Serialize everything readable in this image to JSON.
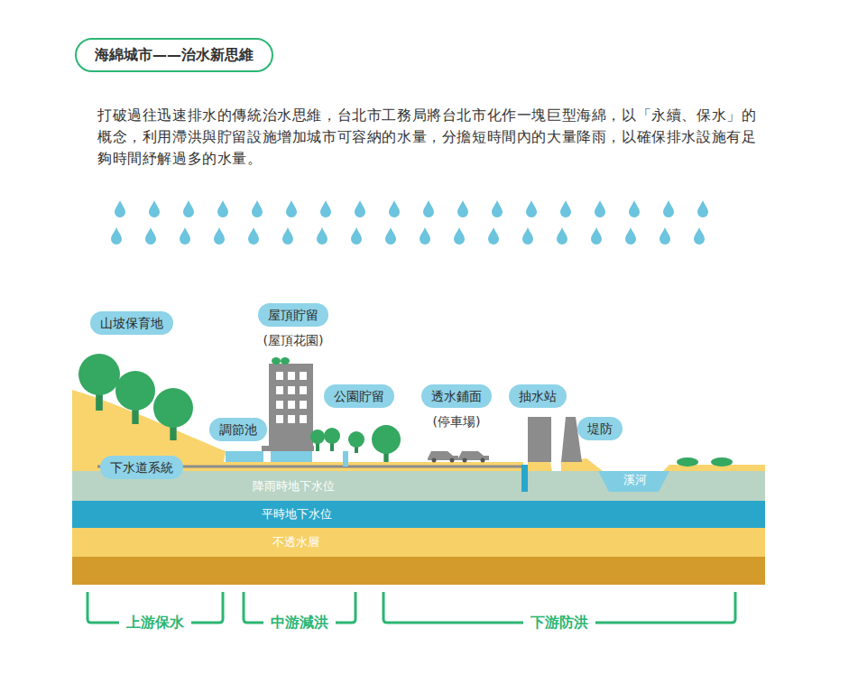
{
  "diagram": {
    "title": "海綿城市——治水新思維",
    "nodes": [
      {
        "text": [
          "山坡保育地"
        ]
      },
      {
        "text": [
          "屋頂貯留",
          "(屋頂花園)"
        ]
      },
      {
        "text": [
          "公園貯留"
        ]
      },
      {
        "text": [
          "透水鋪面",
          "(停車場)"
        ]
      },
      {
        "text": [
          "抽水站"
        ]
      },
      {
        "text": [
          "調節池"
        ]
      },
      {
        "text": [
          "堤防"
        ]
      },
      {
        "text": [
          "下水道系統"
        ]
      },
      {
        "text": [
          "降雨時地下水位"
        ]
      },
      {
        "text": [
          "平時地下水位"
        ]
      },
      {
        "text": [
          "不透水層"
        ]
      }
    ],
    "labels": [
      "打破過往迅速排水的傳統治水思維，台北市工務局將台北市化作一塊巨型海綿，以「永續、保水」的概念，利用滯洪與貯留設施增加城市可容納的水量，分擔短時間內的大量降雨，以確保排水設施有足夠時間紓解過多的水量。",
      "溪河",
      "上游保水",
      "中游減洪",
      "下游防洪"
    ]
  }
}
